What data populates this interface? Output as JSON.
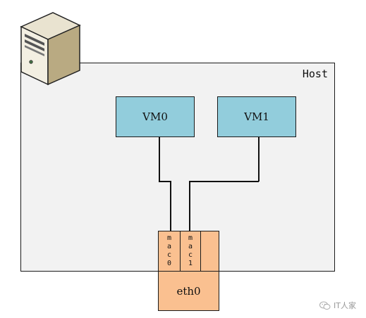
{
  "host": {
    "label": "Host"
  },
  "vms": [
    {
      "label": "VM0"
    },
    {
      "label": "VM1"
    }
  ],
  "macs": [
    {
      "letters": [
        "m",
        "a",
        "c",
        "0"
      ]
    },
    {
      "letters": [
        "m",
        "a",
        "c",
        "1"
      ]
    }
  ],
  "nic": {
    "label": "eth0"
  },
  "watermark": {
    "text": "IT人家"
  },
  "icons": {
    "server": "server-tower-icon",
    "watermark": "wechat-icon"
  },
  "colors": {
    "vm_fill": "#92cddc",
    "nic_fill": "#fac090",
    "host_fill": "#f2f2f2"
  }
}
